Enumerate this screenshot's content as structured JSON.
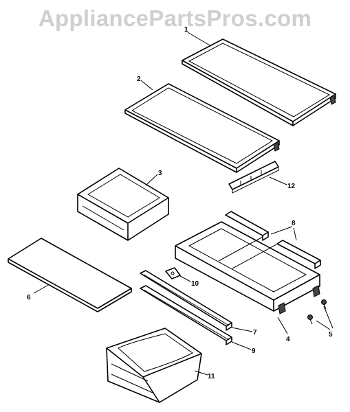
{
  "watermark": "AppliancePartsPros.com",
  "callouts": [
    "1",
    "2",
    "3",
    "4",
    "5",
    "6",
    "7",
    "8",
    "9",
    "10",
    "11",
    "12"
  ]
}
